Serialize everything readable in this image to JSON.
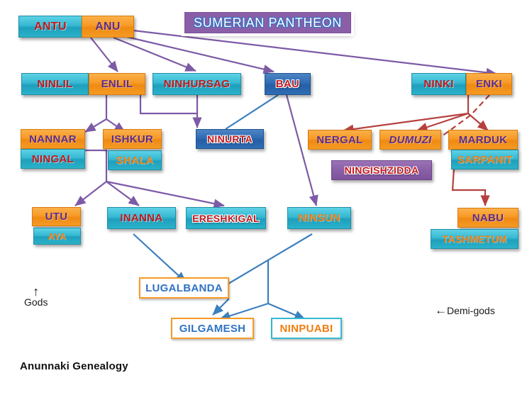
{
  "title_panel": {
    "label": "SUMERIAN PANTHEON"
  },
  "caption": "Anunnaki Genealogy",
  "legend": {
    "gods": {
      "arrow": "↑",
      "label": "Gods"
    },
    "demigods": {
      "arrow": "←",
      "label": "Demi-gods"
    }
  },
  "nodes": {
    "antu": "ANTU",
    "anu": "ANU",
    "ninlil": "NINLIL",
    "enlil": "ENLIL",
    "ninhursag": "NINHURSAG",
    "bau": "BAU",
    "ninki": "NINKI",
    "enki": "ENKI",
    "nannar": "NANNAR",
    "ningal": "NINGAL",
    "ishkur": "ISHKUR",
    "shala": "SHALA",
    "ninurta": "NINURTA",
    "nergal": "NERGAL",
    "dumuzi": "DUMUZI",
    "marduk": "MARDUK",
    "sarpanit": "SARPANIT",
    "ningishzidda": "NINGISHZIDDA",
    "utu": "UTU",
    "aya": "AYA",
    "inanna": "INANNA",
    "ereshkigal": "ERESHKIGAL",
    "ninsun": "NINSUN",
    "nabu": "NABU",
    "tashmetum": "TASHMETUM",
    "lugalbanda": "LUGALBANDA",
    "gilgamesh": "GILGAMESH",
    "ninpuabi": "NINPUABI"
  },
  "colors": {
    "cyan": "#35b8d2",
    "orange": "#f79a26",
    "dark_blue": "#2f6cb4",
    "purple": "#8a5fa8",
    "red_text": "#c0181c",
    "purple_text": "#5b2d8e",
    "orange_text": "#f07d10",
    "blue_text": "#2f72c4",
    "purple_line": "#7d5aa6",
    "red_line": "#b5413f",
    "blue_line": "#3b7fbf"
  }
}
